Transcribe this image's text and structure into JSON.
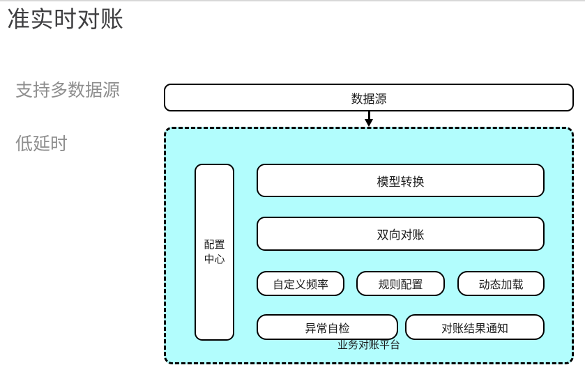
{
  "page": {
    "title": "准实时对账",
    "background_color": "#ffffff",
    "title_color": "#3f3f41"
  },
  "features": [
    {
      "label": "支持多数据源"
    },
    {
      "label": "低延时"
    }
  ],
  "diagram": {
    "source_node": {
      "label": "数据源"
    },
    "connector": {
      "type": "arrow-down",
      "from": "数据源",
      "to": "业务对账平台"
    },
    "platform": {
      "caption": "业务对账平台",
      "fill_color": "#b2fdfd",
      "border_style": "dashed",
      "border_color": "#000000",
      "config_center": {
        "line1": "配置",
        "line2": "中心"
      },
      "rows": [
        {
          "items": [
            {
              "label": "模型转换"
            }
          ]
        },
        {
          "items": [
            {
              "label": "双向对账"
            }
          ]
        },
        {
          "items": [
            {
              "label": "自定义频率"
            },
            {
              "label": "规则配置"
            },
            {
              "label": "动态加载"
            }
          ]
        },
        {
          "items": [
            {
              "label": "异常自检"
            },
            {
              "label": "对账结果通知"
            }
          ]
        }
      ]
    }
  }
}
